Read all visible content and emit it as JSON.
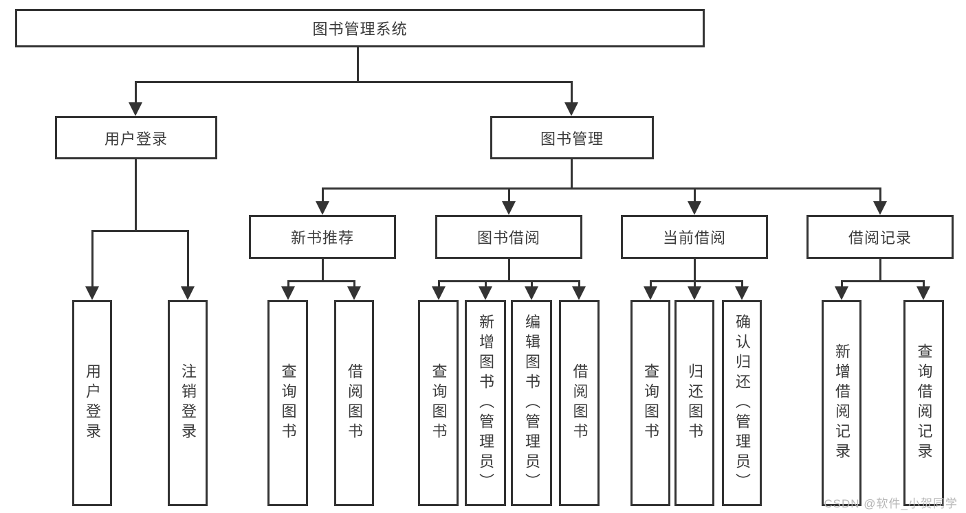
{
  "diagram": {
    "root": "图书管理系统",
    "level2": {
      "user_login": "用户登录",
      "book_management": "图书管理"
    },
    "level3": {
      "new_book_recommend": "新书推荐",
      "book_borrowing": "图书借阅",
      "current_borrowing": "当前借阅",
      "borrowing_records": "借阅记录"
    },
    "leaves": {
      "user_login": [
        "用户登录",
        "注销登录"
      ],
      "new_book_recommend": [
        "查询图书",
        "借阅图书"
      ],
      "book_borrowing": [
        "查询图书",
        "新增图书（管理员）",
        "编辑图书（管理员）",
        "借阅图书"
      ],
      "current_borrowing": [
        "查询图书",
        "归还图书",
        "确认归还（管理员）"
      ],
      "borrowing_records": [
        "新增借阅记录",
        "查询借阅记录"
      ]
    }
  },
  "watermark": {
    "text": "CSDN @软件_小贺同学"
  },
  "colors": {
    "line": "#333333",
    "text": "#3b3b3b",
    "watermark": "#b7b7b7",
    "background": "#ffffff"
  }
}
